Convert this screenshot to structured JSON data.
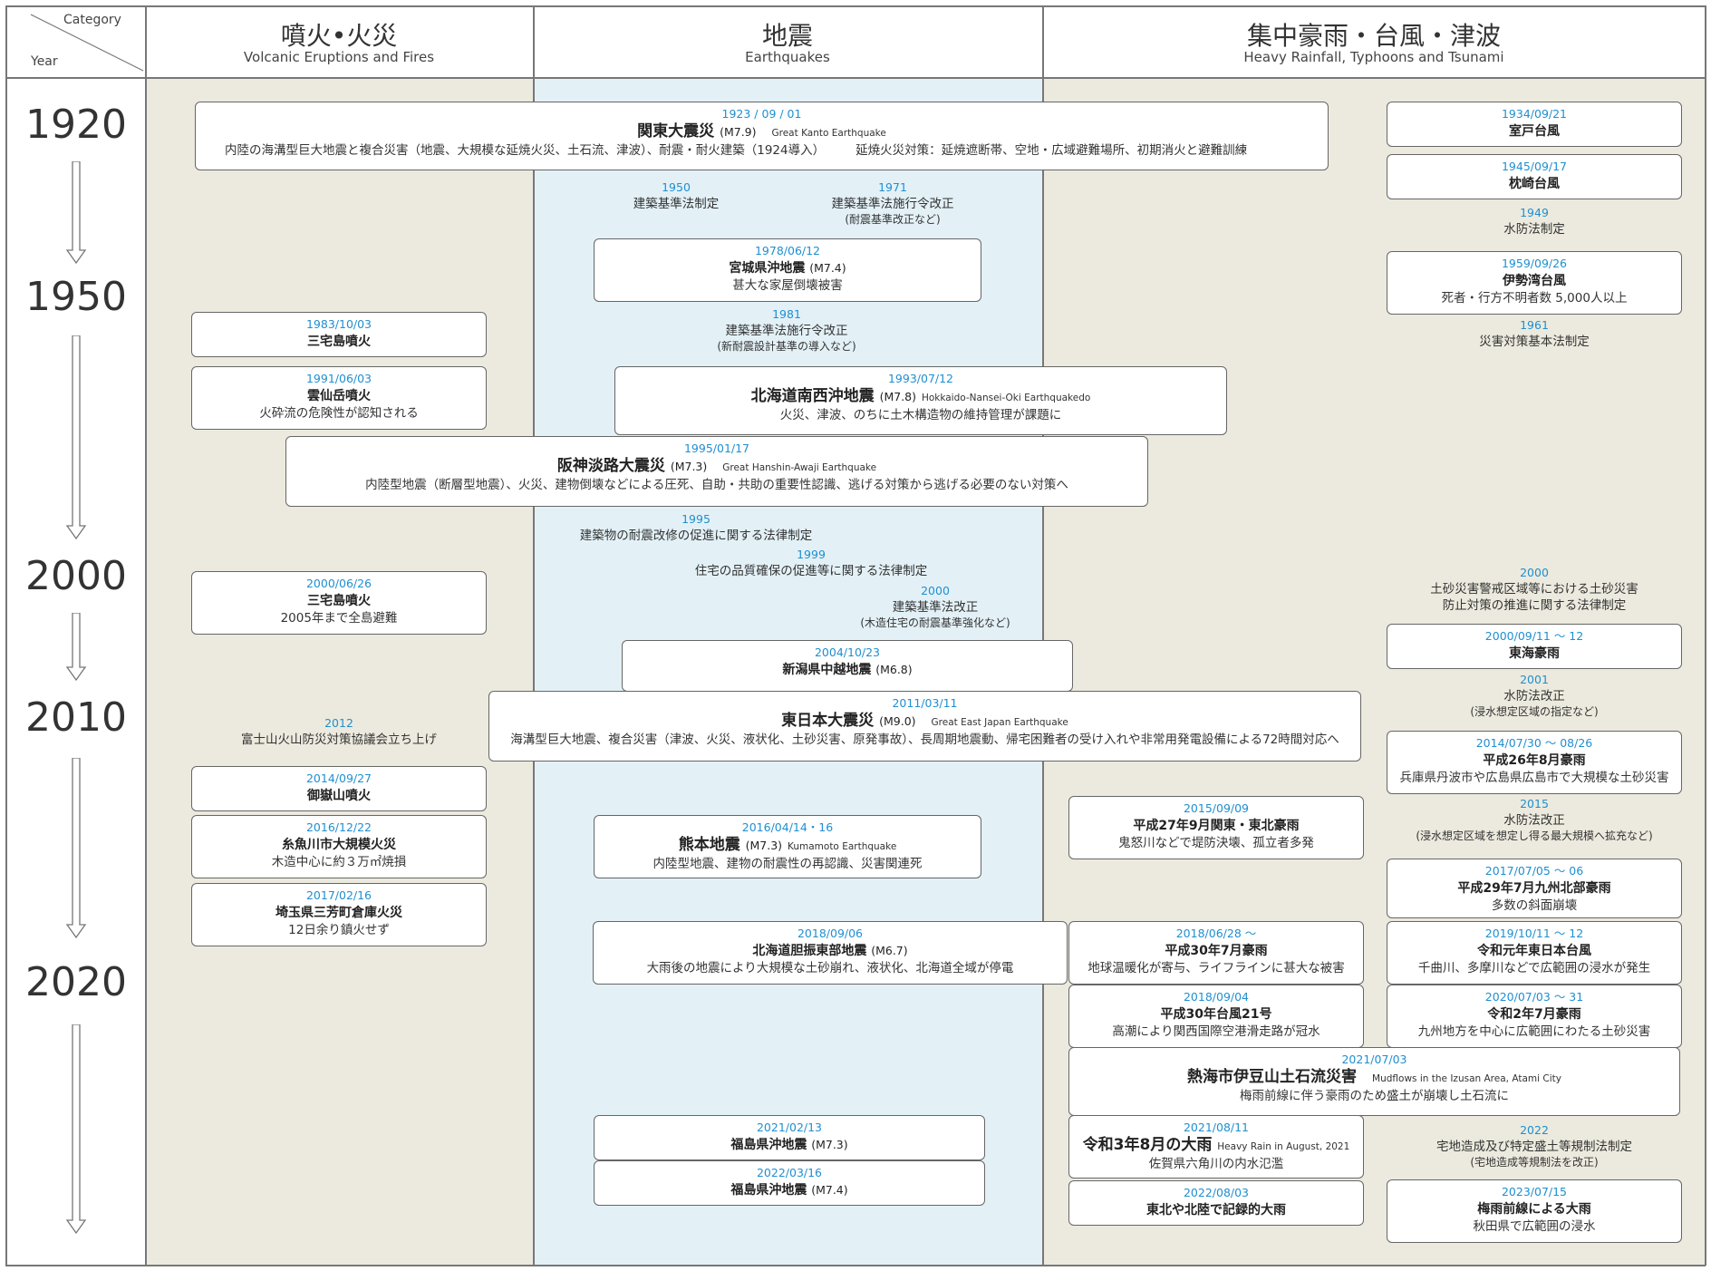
{
  "header": {
    "category_label": "Category",
    "year_label": "Year",
    "columns": [
      {
        "jp": "噴火•火災",
        "en": "Volcanic Eruptions and Fires"
      },
      {
        "jp": "地震",
        "en": "Earthquakes"
      },
      {
        "jp": "集中豪雨・台風・津波",
        "en": "Heavy Rainfall, Typhoons and Tsunami"
      }
    ]
  },
  "years": [
    "1920",
    "1950",
    "2000",
    "2010",
    "2020"
  ],
  "colors": {
    "sand": "#eceade",
    "sky": "#e3f1f7",
    "date_blue": "#1f8fd0",
    "border": "#666666"
  },
  "events": {
    "kanto": {
      "date": "1923 / 09 / 01",
      "title": "関東大震災",
      "mag": "(M7.9)",
      "en": "Great Kanto Earthquake",
      "desc": "内陸の海溝型巨大地震と複合災害（地震、大規模な延焼火災、土石流、津波）、耐震・耐火建築（1924導入）",
      "desc2": "延焼火災対策：延焼遮断帯、空地・広域避難場所、初期消火と避難訓練"
    },
    "e1950": {
      "date": "1950",
      "title": "建築基準法制定"
    },
    "e1971": {
      "date": "1971",
      "title": "建築基準法施行令改正",
      "sub": "(耐震基準改正など)"
    },
    "miyagi": {
      "date": "1978/06/12",
      "title": "宮城県沖地震",
      "mag": "(M7.4)",
      "desc": "甚大な家屋倒壊被害"
    },
    "e1981": {
      "date": "1981",
      "title": "建築基準法施行令改正",
      "sub": "(新耐震設計基準の導入など)"
    },
    "miyake1983": {
      "date": "1983/10/03",
      "title": "三宅島噴火"
    },
    "unzen": {
      "date": "1991/06/03",
      "title": "雲仙岳噴火",
      "desc": "火砕流の危険性が認知される"
    },
    "nansei": {
      "date": "1993/07/12",
      "title": "北海道南西沖地震",
      "mag": "(M7.8)",
      "en": "Hokkaido-Nansei-Oki Earthquakedo",
      "desc": "火災、津波、のちに土木構造物の維持管理が課題に"
    },
    "hanshin": {
      "date": "1995/01/17",
      "title": "阪神淡路大震災",
      "mag": "(M7.3)",
      "en": "Great Hanshin-Awaji Earthquake",
      "desc": "内陸型地震（断層型地震）、火災、建物倒壊などによる圧死、自助・共助の重要性認識、逃げる対策から逃げる必要のない対策へ"
    },
    "e1995": {
      "date": "1995",
      "title": "建築物の耐震改修の促進に関する法律制定"
    },
    "e1999": {
      "date": "1999",
      "title": "住宅の品質確保の促進等に関する法律制定"
    },
    "e2000q": {
      "date": "2000",
      "title": "建築基準法改正",
      "sub": "(木造住宅の耐震基準強化など)"
    },
    "miyake2000": {
      "date": "2000/06/26",
      "title": "三宅島噴火",
      "desc": "2005年まで全島避難"
    },
    "chuetsu": {
      "date": "2004/10/23",
      "title": "新潟県中越地震",
      "mag": "(M6.8)"
    },
    "tohoku": {
      "date": "2011/03/11",
      "title": "東日本大震災",
      "mag": "(M9.0)",
      "en": "Great East Japan Earthquake",
      "desc": "海溝型巨大地震、複合災害（津波、火災、液状化、土砂災害、原発事故）、長周期地震動、帰宅困難者の受け入れや非常用発電設備による72時間対応へ"
    },
    "fuji": {
      "date": "2012",
      "title": "富士山火山防災対策協議会立ち上げ"
    },
    "ontake": {
      "date": "2014/09/27",
      "title": "御嶽山噴火"
    },
    "itoigawa": {
      "date": "2016/12/22",
      "title": "糸魚川市大規模火災",
      "desc": "木造中心に約３万㎡焼損"
    },
    "saitama": {
      "date": "2017/02/16",
      "title": "埼玉県三芳町倉庫火災",
      "desc": "12日余り鎮火せず"
    },
    "kumamoto": {
      "date": "2016/04/14・16",
      "title": "熊本地震",
      "mag": "(M7.3)",
      "en": "Kumamoto Earthquake",
      "desc": "内陸型地震、建物の耐震性の再認識、災害関連死"
    },
    "iburi": {
      "date": "2018/09/06",
      "title": "北海道胆振東部地震",
      "mag": "(M6.7)",
      "desc": "大雨後の地震により大規模な土砂崩れ、液状化、北海道全域が停電"
    },
    "fukushima2021": {
      "date": "2021/02/13",
      "title": "福島県沖地震",
      "mag": "(M7.3)"
    },
    "fukushima2022": {
      "date": "2022/03/16",
      "title": "福島県沖地震",
      "mag": "(M7.4)"
    },
    "muroto": {
      "date": "1934/09/21",
      "title": "室戸台風"
    },
    "makurazaki": {
      "date": "1945/09/17",
      "title": "枕崎台風"
    },
    "r1949": {
      "date": "1949",
      "title": "水防法制定"
    },
    "isewan": {
      "date": "1959/09/26",
      "title": "伊勢湾台風",
      "desc": "死者・行方不明者数 5,000人以上"
    },
    "r1961": {
      "date": "1961",
      "title": "災害対策基本法制定"
    },
    "r2000law": {
      "date": "2000",
      "title": "土砂災害警戒区域等における土砂災害",
      "title2": "防止対策の推進に関する法律制定"
    },
    "tokai": {
      "date": "2000/09/11 ～ 12",
      "title": "東海豪雨"
    },
    "r2001": {
      "date": "2001",
      "title": "水防法改正",
      "sub": "(浸水想定区域の指定など)"
    },
    "h26": {
      "date": "2014/07/30 ～ 08/26",
      "title": "平成26年8月豪雨",
      "desc": "兵庫県丹波市や広島県広島市で大規模な土砂災害"
    },
    "kanto2015": {
      "date": "2015/09/09",
      "title": "平成27年9月関東・東北豪雨",
      "desc": "鬼怒川などで堤防決壊、孤立者多発"
    },
    "r2015": {
      "date": "2015",
      "title": "水防法改正",
      "sub": "(浸水想定区域を想定し得る最大規模へ拡充など)"
    },
    "kyushu2017": {
      "date": "2017/07/05 ～ 06",
      "title": "平成29年7月九州北部豪雨",
      "desc": "多数の斜面崩壊"
    },
    "h30rain": {
      "date": "2018/06/28 ～",
      "title": "平成30年7月豪雨",
      "desc": "地球温暖化が寄与、ライフラインに甚大な被害"
    },
    "hagibis": {
      "date": "2019/10/11 ～ 12",
      "title": "令和元年東日本台風",
      "desc": "千曲川、多摩川などで広範囲の浸水が発生"
    },
    "jebi": {
      "date": "2018/09/04",
      "title": "平成30年台風21号",
      "desc": "高潮により関西国際空港滑走路が冠水"
    },
    "r2rain": {
      "date": "2020/07/03 ～ 31",
      "title": "令和2年7月豪雨",
      "desc": "九州地方を中心に広範囲にわたる土砂災害"
    },
    "atami": {
      "date": "2021/07/03",
      "title": "熱海市伊豆山土石流災害",
      "en": "Mudflows in the Izusan Area, Atami City",
      "desc": "梅雨前線に伴う豪雨のため盛土が崩壊し土石流に"
    },
    "r3rain": {
      "date": "2021/08/11",
      "title": "令和3年8月の大雨",
      "en": "Heavy Rain in August, 2021",
      "desc": "佐賀県六角川の内水氾濫"
    },
    "r2022law": {
      "date": "2022",
      "title": "宅地造成及び特定盛土等規制法制定",
      "sub": "(宅地造成等規制法を改正)"
    },
    "tohokurain": {
      "date": "2022/08/03",
      "title": "東北や北陸で記録的大雨"
    },
    "baiu2023": {
      "date": "2023/07/15",
      "title": "梅雨前線による大雨",
      "desc": "秋田県で広範囲の浸水"
    }
  }
}
